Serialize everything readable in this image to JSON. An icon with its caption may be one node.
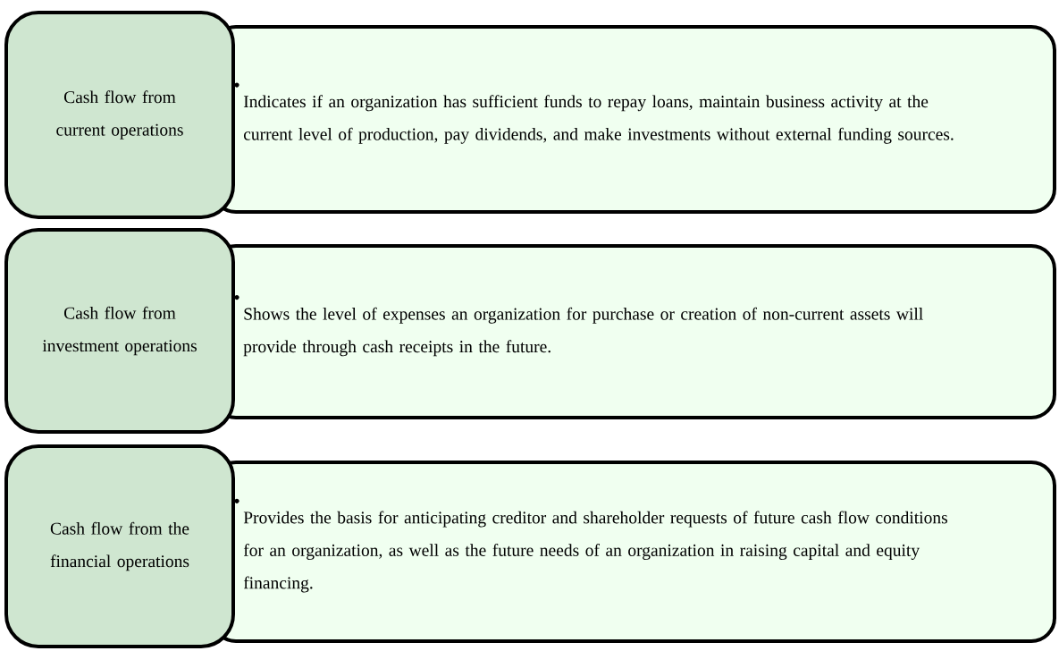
{
  "diagram": {
    "nodes": [
      {
        "text": [
          "Cash flow from current operations"
        ]
      },
      {
        "text": [
          "Indicates if an organization has sufficient funds to repay loans, maintain business activity at the current level of production, pay dividends, and make investments without external funding sources."
        ]
      },
      {
        "text": [
          "Cash flow from investment operations"
        ]
      },
      {
        "text": [
          "Shows the level of expenses an organization for purchase or creation of non-current assets will provide through cash receipts in the future."
        ]
      },
      {
        "text": [
          "Cash flow from the financial operations"
        ]
      },
      {
        "text": [
          "Provides the basis for anticipating creditor and shareholder requests of future cash flow conditions for an organization, as well as the future needs of an organization in raising capital and equity financing."
        ]
      }
    ]
  }
}
